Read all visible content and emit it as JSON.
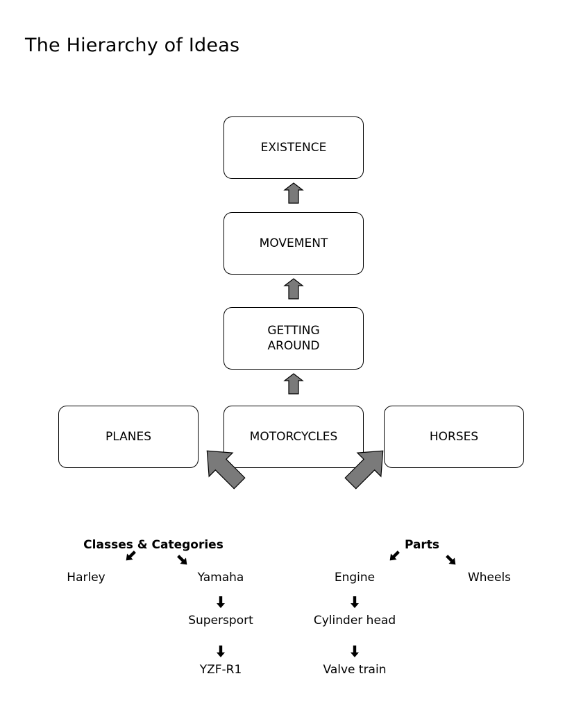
{
  "title": "The Hierarchy of Ideas",
  "colors": {
    "arrow_fill": "#7a7a7a",
    "stroke": "#000000"
  },
  "boxes": {
    "existence": "EXISTENCE",
    "movement": "MOVEMENT",
    "getting_around_line1": "GETTING",
    "getting_around_line2": "AROUND",
    "planes": "PLANES",
    "motorcycles": "MOTORCYCLES",
    "horses": "HORSES"
  },
  "classes": {
    "heading": "Classes & Categories",
    "left": "Harley",
    "right": "Yamaha",
    "chain": [
      "Supersport",
      "YZF-R1"
    ]
  },
  "parts": {
    "heading": "Parts",
    "left": "Engine",
    "right": "Wheels",
    "chain": [
      "Cylinder head",
      "Valve train"
    ]
  }
}
